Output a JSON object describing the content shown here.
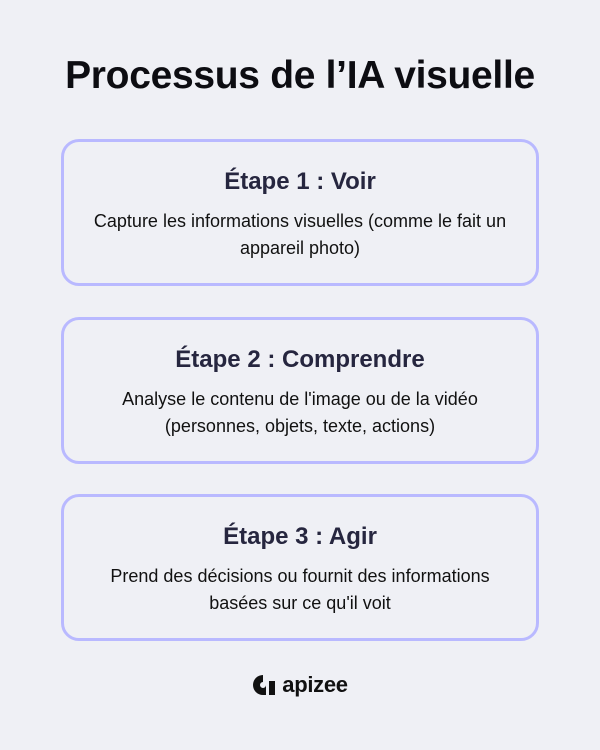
{
  "title": "Processus de l’IA visuelle",
  "steps": [
    {
      "heading": "Étape 1 : Voir",
      "text": "Capture les informations visuelles (comme le fait un appareil photo)"
    },
    {
      "heading": "Étape 2 : Comprendre",
      "text": "Analyse le contenu de l'image ou de la vidéo (personnes, objets, texte, actions)"
    },
    {
      "heading": "Étape 3 : Agir",
      "text": "Prend des décisions ou fournit des informations basées sur ce qu'il voit"
    }
  ],
  "logo": {
    "text": "apizee",
    "icon": "apizee-logo-icon"
  },
  "colors": {
    "background": "#eff0f5",
    "card_border": "#b9b9ff",
    "heading": "#26263f"
  }
}
